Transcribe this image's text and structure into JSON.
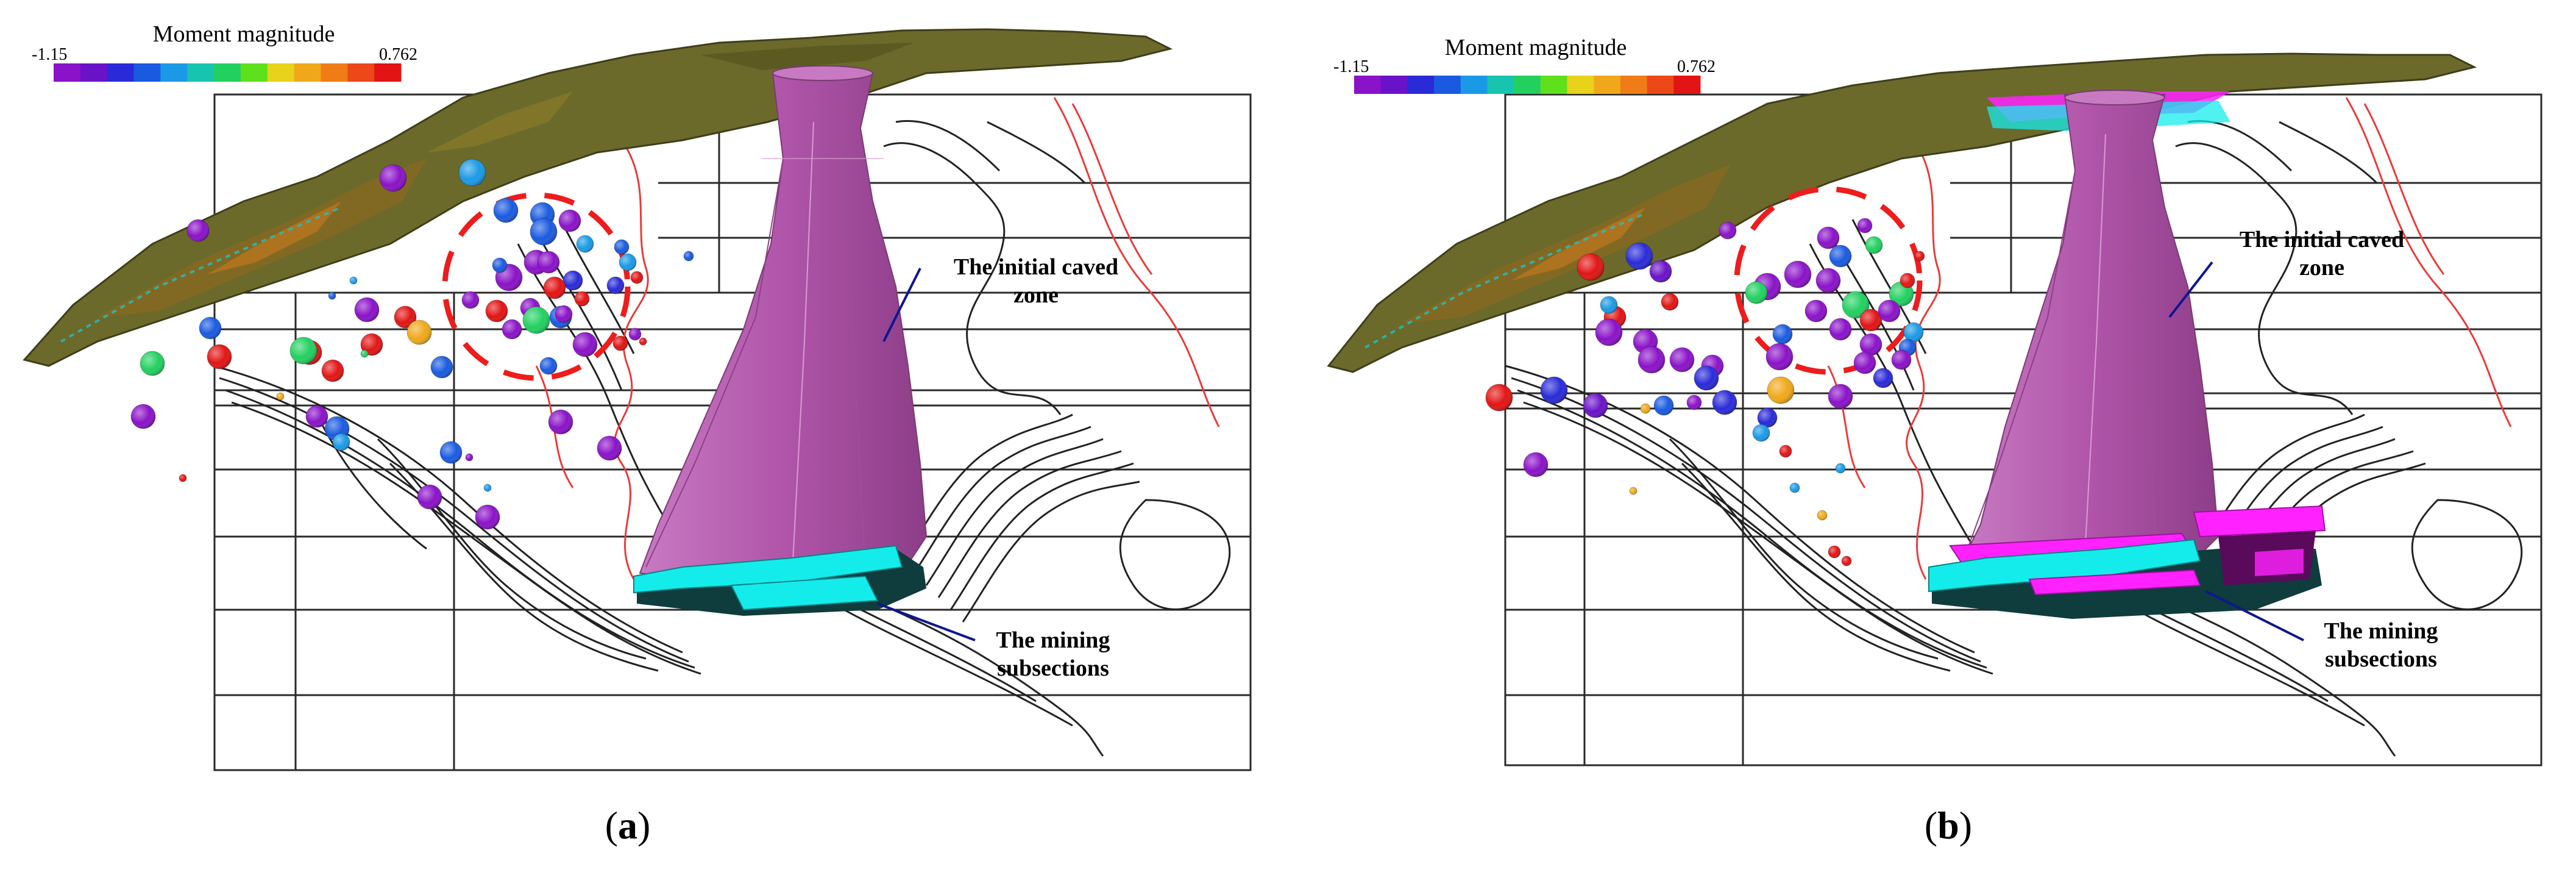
{
  "panels": [
    {
      "id": "a",
      "caption_letter": "a",
      "colorbar": {
        "title": "Moment magnitude",
        "min_label": "-1.15",
        "max_label": "0.762"
      },
      "annotation_caved": [
        "The initial caved",
        "zone"
      ],
      "annotation_mining": [
        "The mining",
        "subsections"
      ]
    },
    {
      "id": "b",
      "caption_letter": "b",
      "colorbar": {
        "title": "Moment magnitude",
        "min_label": "-1.15",
        "max_label": "0.762"
      },
      "annotation_caved": [
        "The initial caved",
        "zone"
      ],
      "annotation_mining": [
        "The mining",
        "subsections"
      ]
    }
  ],
  "colorbar_colors": [
    "#8a12c8",
    "#6a12c8",
    "#2a2ad8",
    "#1a5ae0",
    "#1a9ae6",
    "#17c4b0",
    "#22d060",
    "#5ee01c",
    "#e8d21a",
    "#f0a81a",
    "#f07c18",
    "#ec4818",
    "#e21414"
  ],
  "colors": {
    "terrain": "#6b6a2a",
    "terrain_dark": "#3f3e1a",
    "terrain_orange": "#b8751e",
    "caved_zone": "#b159ac",
    "mining_cyan": "#14ecec",
    "mining_magenta": "#ff22ff",
    "red_circle": "#ee1c1c",
    "red_line": "#ea3a3a",
    "arrow": "#0e1690",
    "grid": "#2a2a2a"
  }
}
